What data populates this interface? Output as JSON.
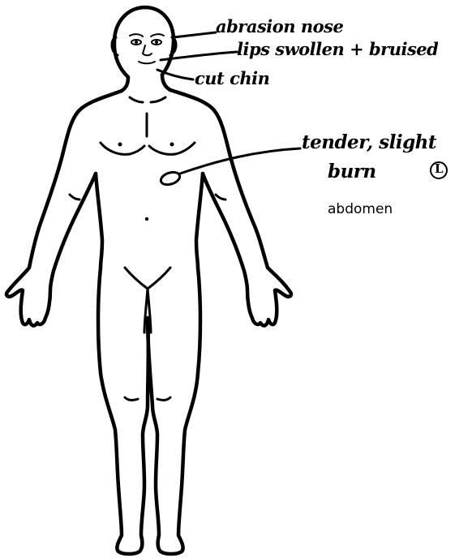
{
  "annotations": {
    "nose": "abrasion nose",
    "lips": "lips swollen + bruised",
    "chin": "cut chin",
    "abdomen_line1": "tender, slight",
    "abdomen_line2": "burn",
    "abdomen_side": "L",
    "abdomen_label": "abdomen"
  }
}
